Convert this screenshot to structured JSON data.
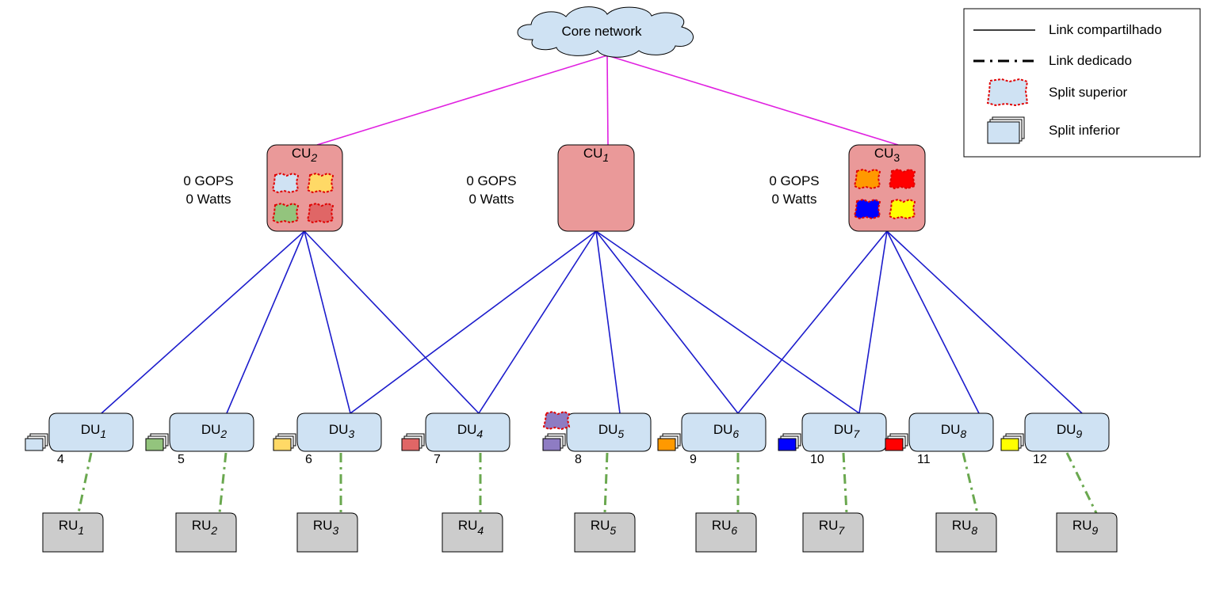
{
  "core": {
    "label": "Core network"
  },
  "legend": {
    "shared": "Link compartilhado",
    "dedicated": "Link dedicado",
    "split_upper": "Split superior",
    "split_lower": "Split inferior"
  },
  "colors": {
    "core_link": "#e020e0",
    "cu_du_link": "#1c1ccc",
    "du_ru_link": "#6aa84f",
    "cu_fill": "#ea9999",
    "du_fill": "#cfe2f3",
    "ru_fill": "#cccccc",
    "split_border": "#e00000"
  },
  "cus": [
    {
      "prefix": "CU",
      "sub": "2",
      "gops": "0 GOPS",
      "watts": "0 Watts",
      "splits": [
        "#cfe2f3",
        "#ffd966",
        "#93c47d",
        "#e06666"
      ]
    },
    {
      "prefix": "CU",
      "sub": "1",
      "gops": "0 GOPS",
      "watts": "0 Watts",
      "splits": []
    },
    {
      "prefix": "CU",
      "sub": "3",
      "gops": "0 GOPS",
      "watts": "0 Watts",
      "splits": [
        "#ff9900",
        "#ff0000",
        "#0000ff",
        "#ffff00"
      ]
    }
  ],
  "dus": [
    {
      "prefix": "DU",
      "sub": "1",
      "num": "4",
      "split_color": "#cfe2f3"
    },
    {
      "prefix": "DU",
      "sub": "2",
      "num": "5",
      "split_color": "#93c47d"
    },
    {
      "prefix": "DU",
      "sub": "3",
      "num": "6",
      "split_color": "#ffd966"
    },
    {
      "prefix": "DU",
      "sub": "4",
      "num": "7",
      "split_color": "#e06666"
    },
    {
      "prefix": "DU",
      "sub": "5",
      "num": "8",
      "split_color": "#8e7cc3"
    },
    {
      "prefix": "DU",
      "sub": "6",
      "num": "9",
      "split_color": "#ff9900"
    },
    {
      "prefix": "DU",
      "sub": "7",
      "num": "10",
      "split_color": "#0000ff"
    },
    {
      "prefix": "DU",
      "sub": "8",
      "num": "11",
      "split_color": "#ff0000"
    },
    {
      "prefix": "DU",
      "sub": "9",
      "num": "12",
      "split_color": "#ffff00"
    }
  ],
  "rus": [
    {
      "prefix": "RU",
      "sub": "1"
    },
    {
      "prefix": "RU",
      "sub": "2"
    },
    {
      "prefix": "RU",
      "sub": "3"
    },
    {
      "prefix": "RU",
      "sub": "4"
    },
    {
      "prefix": "RU",
      "sub": "5"
    },
    {
      "prefix": "RU",
      "sub": "6"
    },
    {
      "prefix": "RU",
      "sub": "7"
    },
    {
      "prefix": "RU",
      "sub": "8"
    },
    {
      "prefix": "RU",
      "sub": "9"
    }
  ]
}
